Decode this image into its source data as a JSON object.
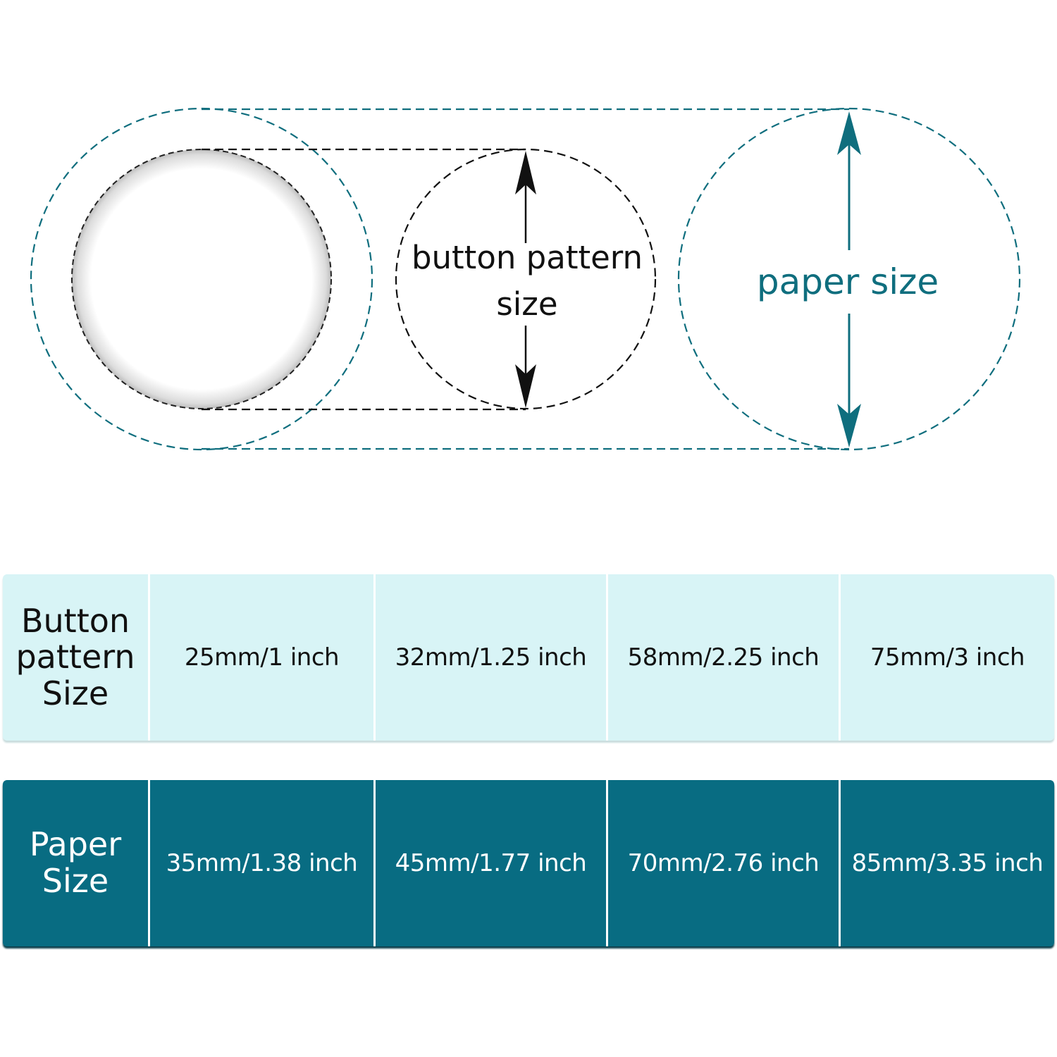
{
  "diagram": {
    "button_label_line1": "button pattern",
    "button_label_line2": "size",
    "paper_label": "paper size",
    "colors": {
      "teal": "#0f6e7e",
      "black": "#111111"
    }
  },
  "table": {
    "button_row": {
      "header": "Button\npattern\nSize",
      "values": [
        "25mm/1 inch",
        "32mm/1.25 inch",
        "58mm/2.25 inch",
        "75mm/3 inch"
      ],
      "color": "#d8f4f6"
    },
    "paper_row": {
      "header": "Paper\nSize",
      "values": [
        "35mm/1.38 inch",
        "45mm/1.77 inch",
        "70mm/2.76 inch",
        "85mm/3.35 inch"
      ],
      "color": "#086c82"
    }
  }
}
